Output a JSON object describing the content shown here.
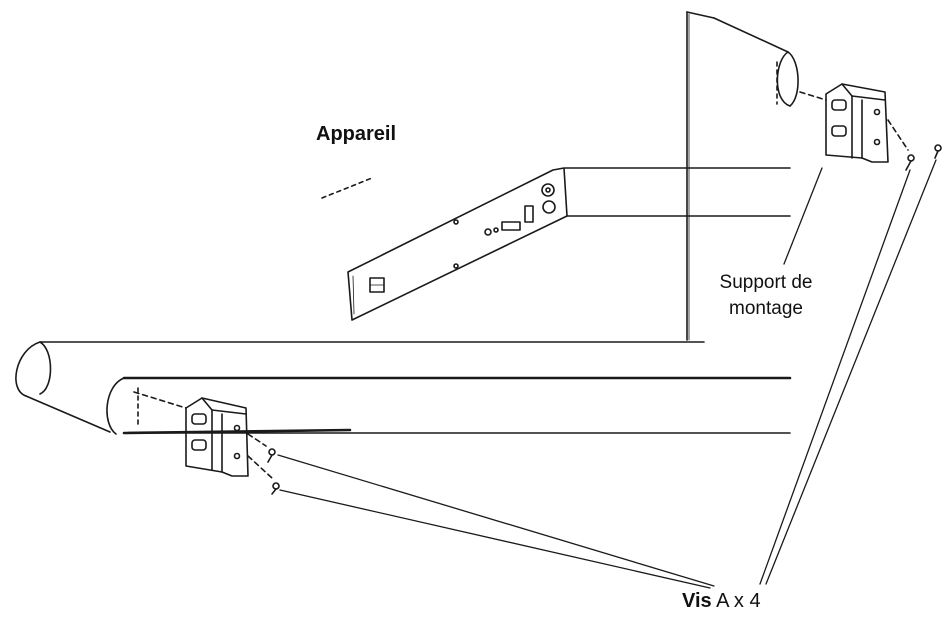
{
  "labels": {
    "device": "Appareil",
    "bracket_line1": "Support de",
    "bracket_line2": "montage",
    "screws_bold": "Vis",
    "screws_rest": " A x 4"
  },
  "colors": {
    "line": "#1a1a1a",
    "background": "#ffffff"
  }
}
